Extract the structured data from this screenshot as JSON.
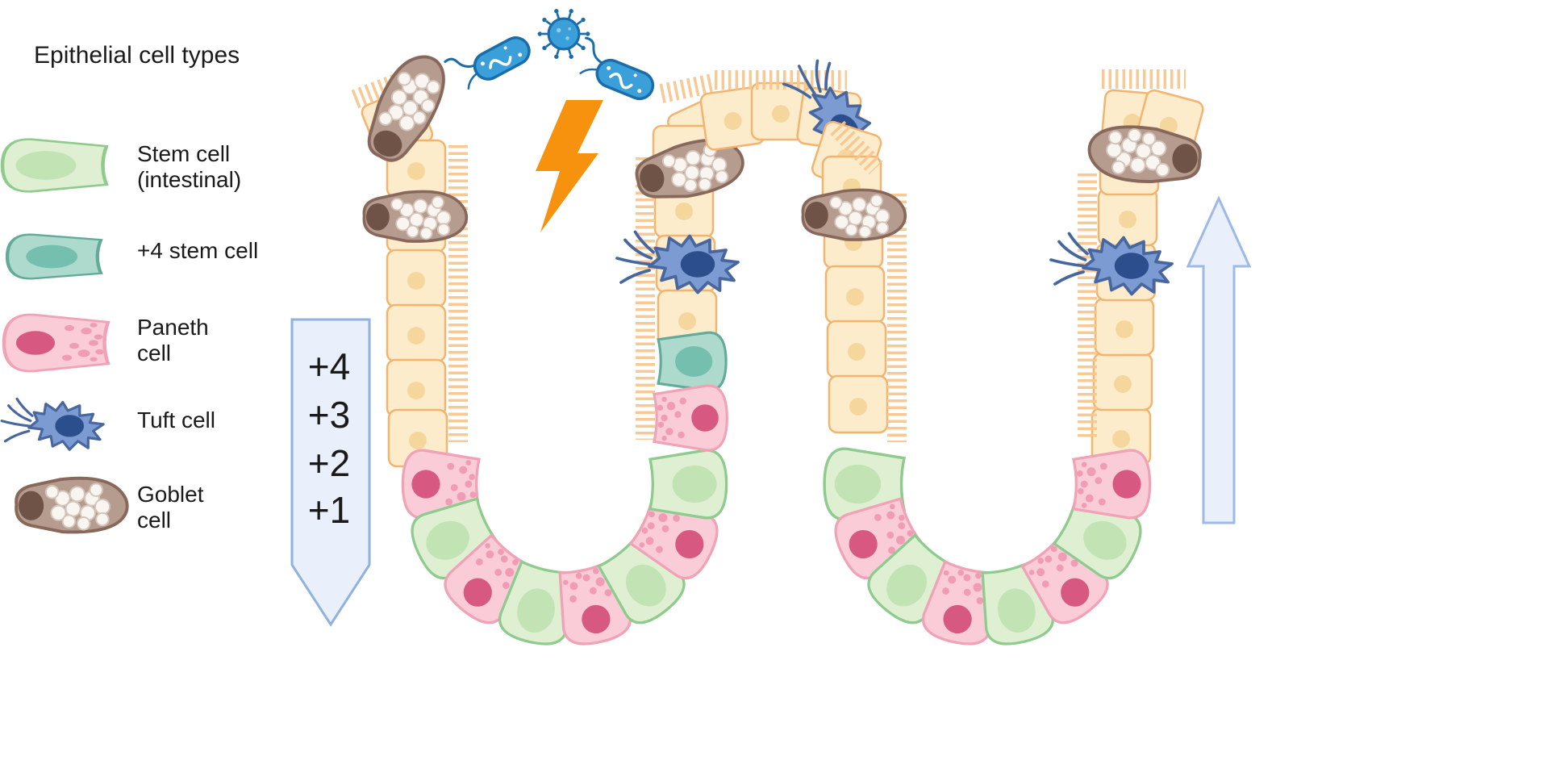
{
  "legend": {
    "heading": "Epithelial cell types",
    "items": [
      {
        "name": "stem-cell-intestinal",
        "line1": "Stem cell",
        "line2": "(intestinal)",
        "color": "#dff0d2"
      },
      {
        "name": "plus4-stem-cell",
        "line1": "+4 stem cell",
        "line2": "",
        "color": "#aedacd"
      },
      {
        "name": "paneth-cell",
        "line1": "Paneth",
        "line2": "cell",
        "color": "#f9ccd8"
      },
      {
        "name": "tuft-cell",
        "line1": "Tuft cell",
        "line2": "",
        "color": "#7c9bd3"
      },
      {
        "name": "goblet-cell",
        "line1": "Goblet",
        "line2": "cell",
        "color": "#b59c8e"
      }
    ]
  },
  "crypt_position_axis": {
    "labels": [
      "+4",
      "+3",
      "+2",
      "+1"
    ],
    "direction": "down"
  },
  "migration_arrow": {
    "direction": "up"
  },
  "icons": {
    "pathogens": [
      "bacterium-icon",
      "virus-icon",
      "bacterium-icon"
    ],
    "stress": "lightning-bolt-icon"
  },
  "colors": {
    "epithelial": "#fdeccb",
    "epithelial_stroke": "#f2b46e",
    "stem": "#dff0d2",
    "plus4_stem": "#aedacd",
    "paneth": "#f9ccd8",
    "tuft": "#7c9bd3",
    "goblet": "#b59c8e",
    "pathogen": "#3ba0da",
    "stress_bolt": "#f6920d",
    "arrow_fill": "#e9f0fc",
    "arrow_stroke": "#8fb2de"
  }
}
